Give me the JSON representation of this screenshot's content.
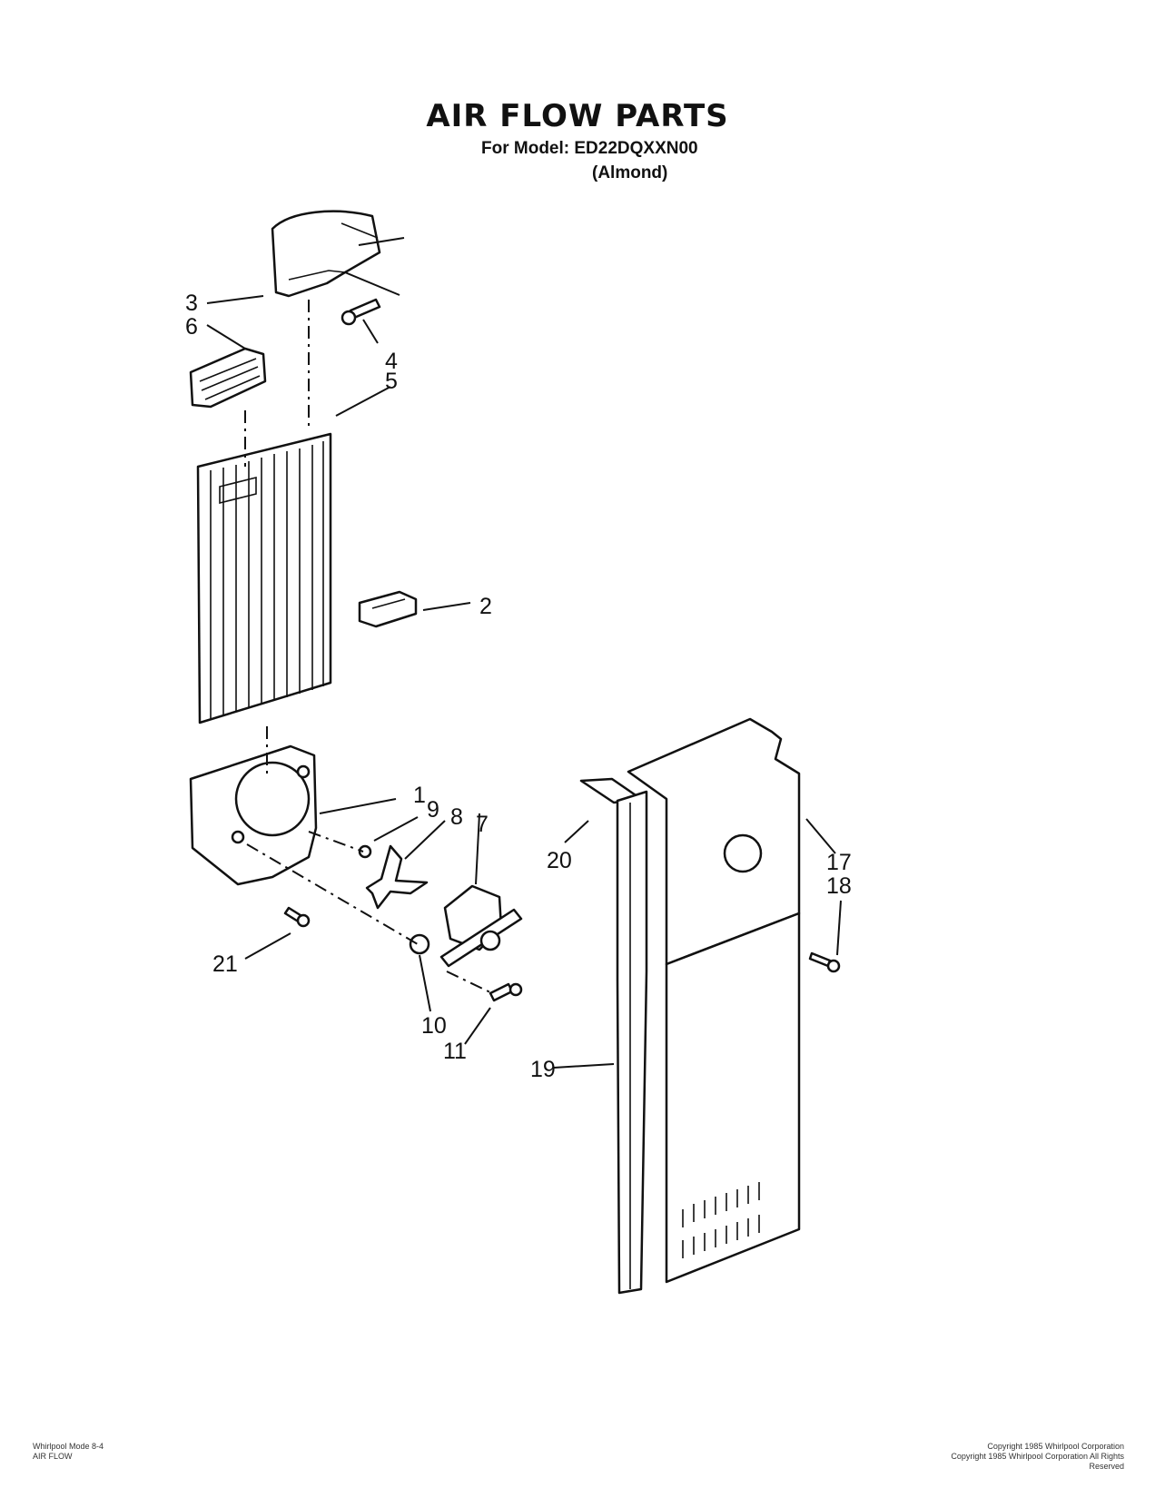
{
  "header": {
    "title": "AIR FLOW PARTS",
    "model_line": "For Model: ED22DQXXN00",
    "variant": "(Almond)"
  },
  "callouts": [
    "1",
    "2",
    "3",
    "4",
    "5",
    "6",
    "7",
    "8",
    "9",
    "10",
    "11",
    "17",
    "18",
    "19",
    "20",
    "21"
  ],
  "footer": {
    "left_line1": "Whirlpool Mode 8-4",
    "left_line2": "AIR FLOW",
    "right_line1": "Copyright 1985 Whirlpool Corporation",
    "right_line2": "Copyright 1985 Whirlpool Corporation  All Rights Reserved"
  }
}
